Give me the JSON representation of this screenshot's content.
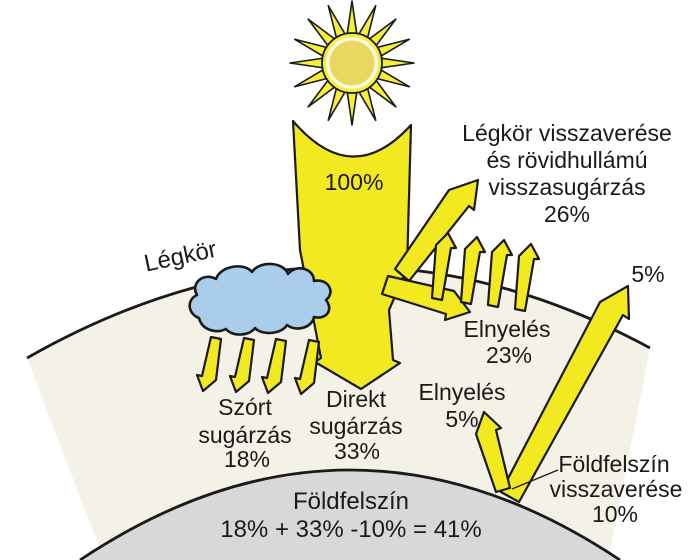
{
  "labels": {
    "solar_input": "100%",
    "atmosphere": "Légkör",
    "atm_reflection": {
      "lines": [
        "Légkör visszaverése",
        "és rövidhullámú",
        "visszasugárzás",
        "26%"
      ]
    },
    "space_loss_pct": "5%",
    "absorption_atmosphere": {
      "lines": [
        "Elnyelés",
        "23%"
      ]
    },
    "absorption_near_surface": {
      "lines": [
        "Elnyelés",
        "5%"
      ]
    },
    "scattered_radiation": {
      "lines": [
        "Szórt",
        "sugárzás",
        "18%"
      ]
    },
    "direct_radiation": {
      "lines": [
        "Direkt",
        "sugárzás",
        "33%"
      ]
    },
    "surface_reflection": {
      "lines": [
        "Földfelszín",
        "visszaverése",
        "10%"
      ]
    },
    "surface": {
      "lines": [
        "Földfelszín",
        "18% + 33% -10% = 41%"
      ]
    }
  },
  "colors": {
    "arrow_yellow": "#f3e920",
    "sun_outer": "#f6ee39",
    "sun_halo": "#fdfbe4",
    "sun_core": "#e9d75f",
    "cloud_blue": "#a9cdeb",
    "atmosphere_fill": "#f4f1e6",
    "ground_gray": "#d8d8d8",
    "outline": "#1a1a1a",
    "background": "#ffffff"
  }
}
